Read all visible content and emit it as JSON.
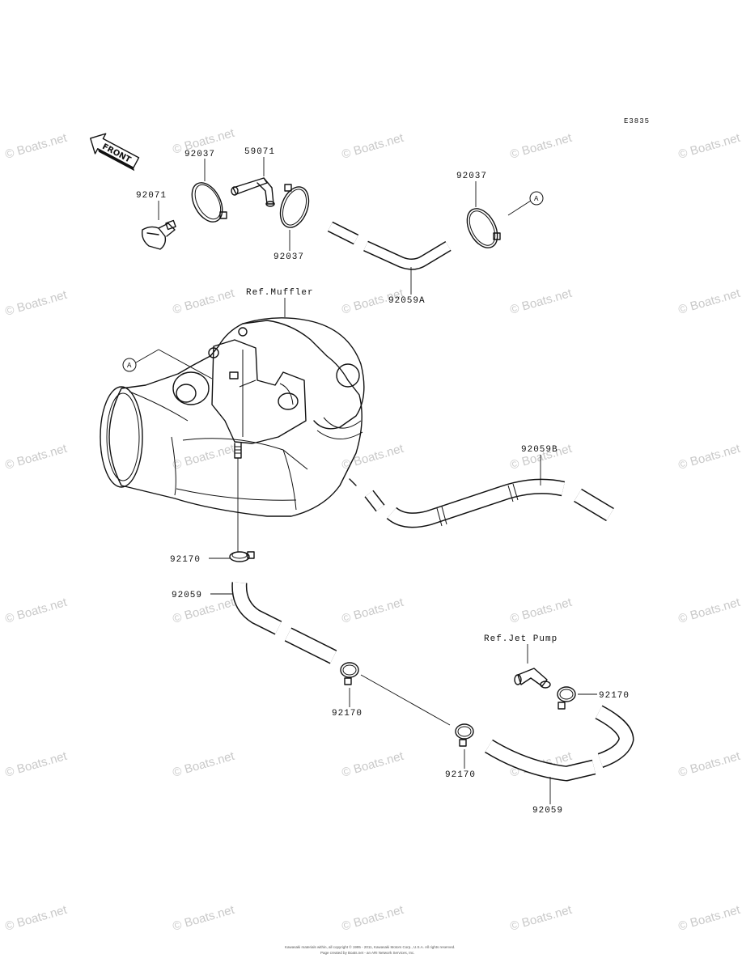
{
  "diagram": {
    "code": "E3835",
    "front_label": "FRONT",
    "references": {
      "muffler": "Ref.Muffler",
      "jet_pump": "Ref.Jet Pump"
    },
    "callout_marker": "A",
    "parts": [
      {
        "id": "clamp-left-top",
        "number": "92037"
      },
      {
        "id": "fitting-top",
        "number": "59071"
      },
      {
        "id": "plug",
        "number": "92071"
      },
      {
        "id": "clamp-mid",
        "number": "92037"
      },
      {
        "id": "clamp-right-top",
        "number": "92037"
      },
      {
        "id": "hose-a",
        "number": "92059A"
      },
      {
        "id": "hose-b",
        "number": "92059B"
      },
      {
        "id": "clamp-under-muffler",
        "number": "92170"
      },
      {
        "id": "hose-lower-left",
        "number": "92059"
      },
      {
        "id": "clamp-lower-left",
        "number": "92170"
      },
      {
        "id": "clamp-lower-center",
        "number": "92170"
      },
      {
        "id": "clamp-jet-pump",
        "number": "92170"
      },
      {
        "id": "hose-lower-right",
        "number": "92059"
      }
    ]
  },
  "watermark": "© Boats.net",
  "footer": {
    "line1": "Kawasaki materials within, all copyright © 1995 - 2011, Kawasaki Motors Corp., U.S.A. All rights reserved.",
    "line2": "Page created by Boats.net - an ARI Network Services, Inc."
  }
}
